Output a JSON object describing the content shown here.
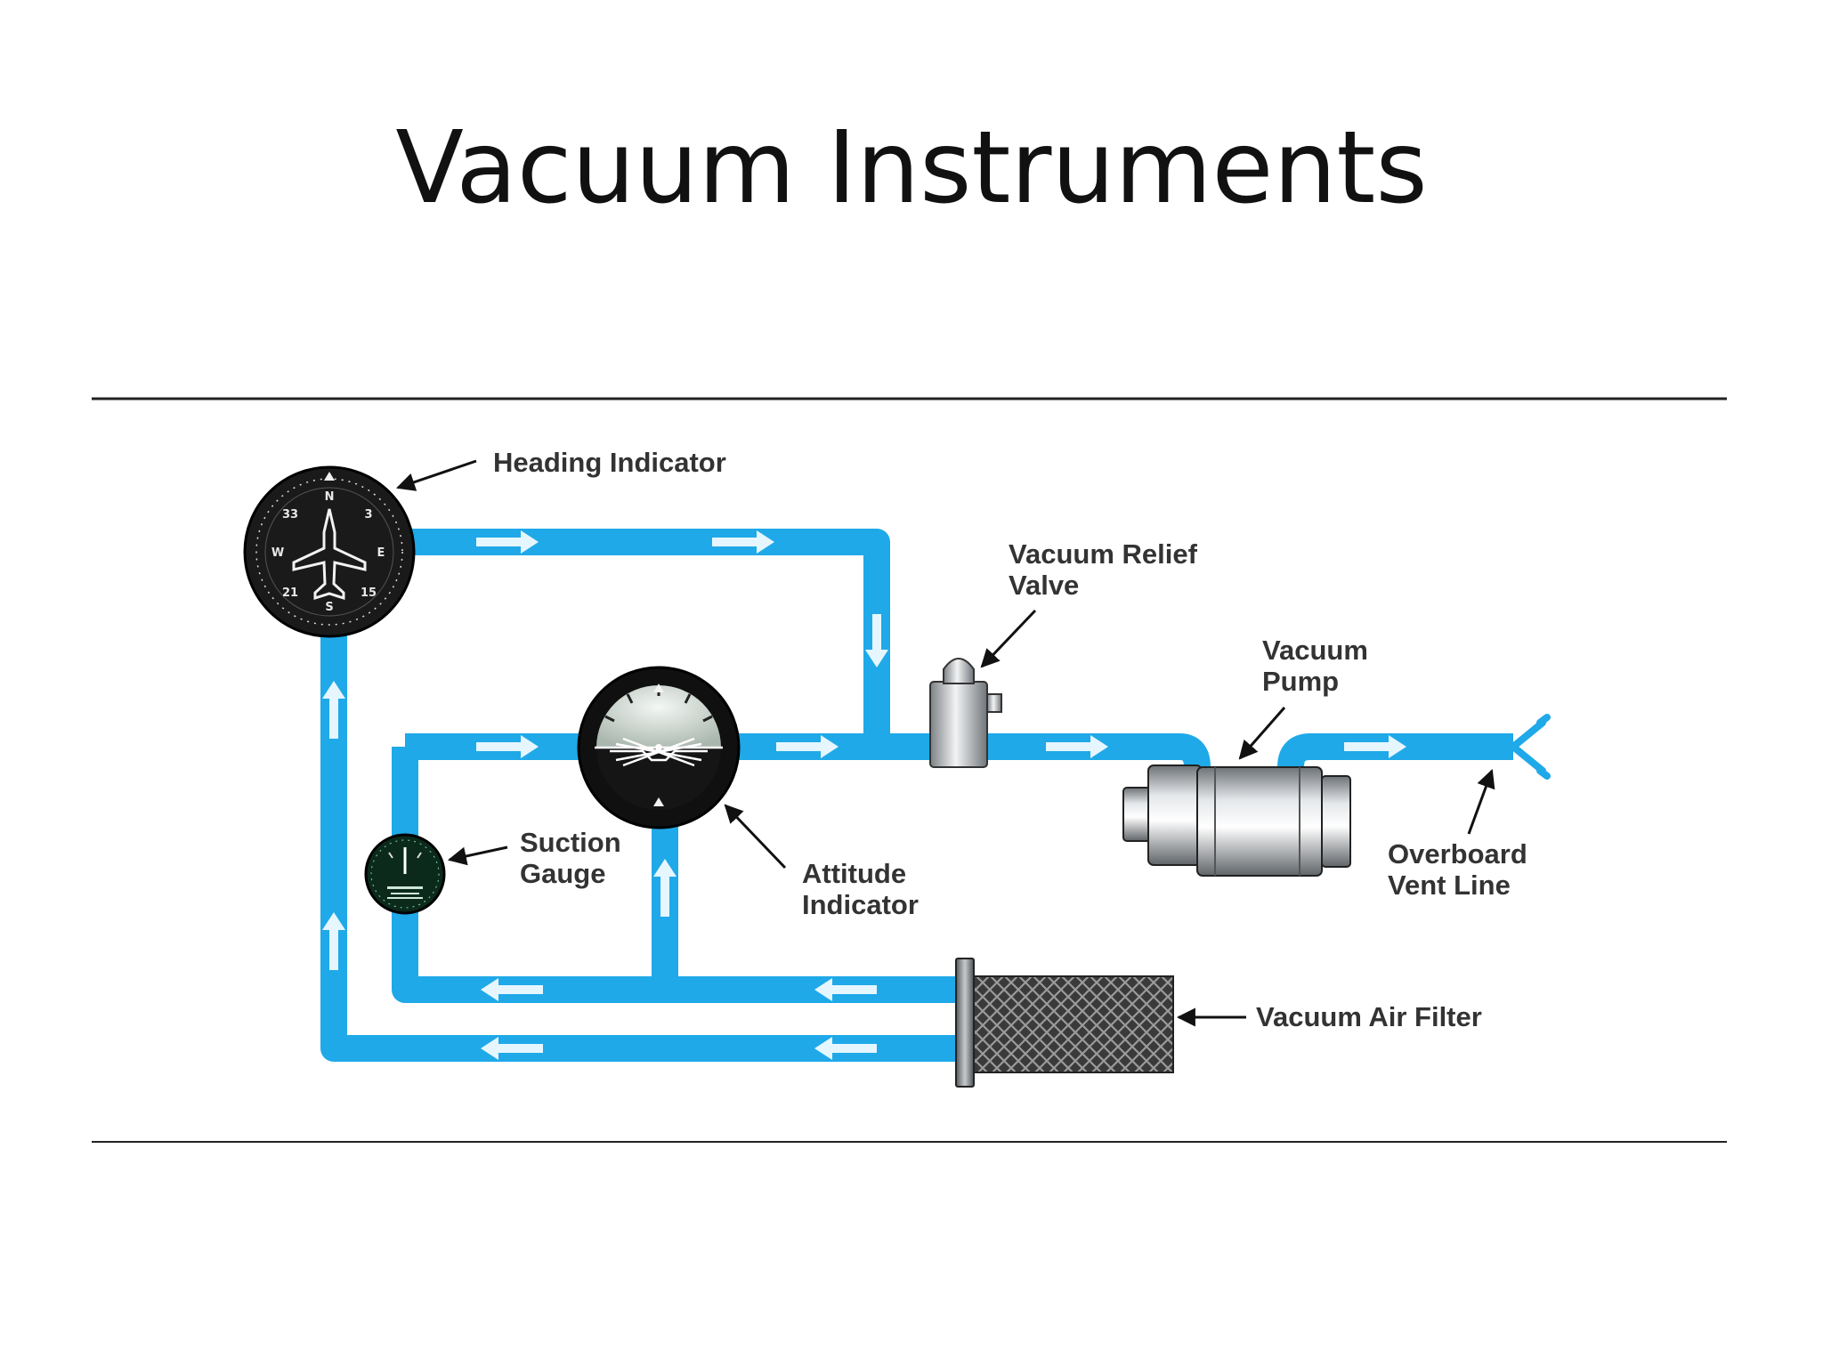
{
  "title": "Vacuum Instruments",
  "colors": {
    "pipe": "#1fa9e8",
    "arrow": "#e6f6ff",
    "rule": "#222222",
    "instrument": "#111111",
    "metal": "#b8bcc0"
  },
  "labels": {
    "heading_indicator": "Heading Indicator",
    "vacuum_relief_valve": [
      "Vacuum Relief",
      "Valve"
    ],
    "vacuum_pump": [
      "Vacuum",
      "Pump"
    ],
    "suction_gauge": [
      "Suction",
      "Gauge"
    ],
    "attitude_indicator": [
      "Attitude",
      "Indicator"
    ],
    "overboard_vent_line": [
      "Overboard",
      "Vent Line"
    ],
    "vacuum_air_filter": "Vacuum Air Filter"
  },
  "icons": {
    "heading_indicator": "heading-indicator-icon",
    "attitude_indicator": "attitude-indicator-icon",
    "suction_gauge": "suction-gauge-icon",
    "relief_valve": "relief-valve-icon",
    "vacuum_pump": "vacuum-pump-icon",
    "air_filter": "air-filter-icon"
  }
}
